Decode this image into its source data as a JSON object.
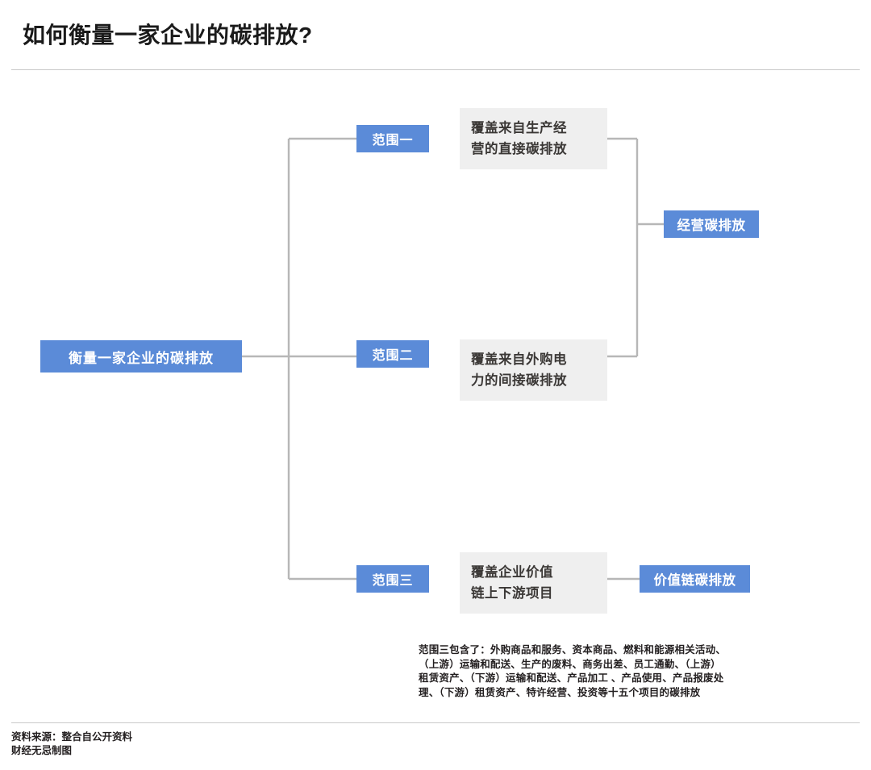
{
  "header": {
    "title": "如何衡量一家企业的碳排放?"
  },
  "diagram": {
    "root": {
      "label": "衡量一家企业的碳排放"
    },
    "branches": [
      {
        "scope_label": "范围一",
        "description_lines": [
          "覆盖来自生产经",
          "营的直接碳排放"
        ]
      },
      {
        "scope_label": "范围二",
        "description_lines": [
          "覆盖来自外购电",
          "力的间接碳排放"
        ]
      },
      {
        "scope_label": "范围三",
        "description_lines": [
          "覆盖企业价值",
          "链上下游项目"
        ]
      }
    ],
    "results": [
      {
        "label": "经营碳排放"
      },
      {
        "label": "价值链碳排放"
      }
    ],
    "colors": {
      "node_blue": "#5b8bd8",
      "node_gray": "#efefef",
      "connector": "#b7b7b7",
      "text_dark": "#231f20",
      "text_light": "#ffffff"
    }
  },
  "footnote": {
    "lines": [
      "范围三包含了：外购商品和服务、资本商品、燃料和能源相关活动、",
      "（上游）运输和配送、生产的废料、商务出差、员工通勤、（上游）",
      "租赁资产、（下游）运输和配送、产品加工 、产品使用、产品报废处",
      "理、（下游）租赁资产、特许经营、投资等十五个项目的碳排放"
    ]
  },
  "footer": {
    "lines": [
      "资料来源：整合自公开资料",
      "财经无忌制图"
    ]
  }
}
